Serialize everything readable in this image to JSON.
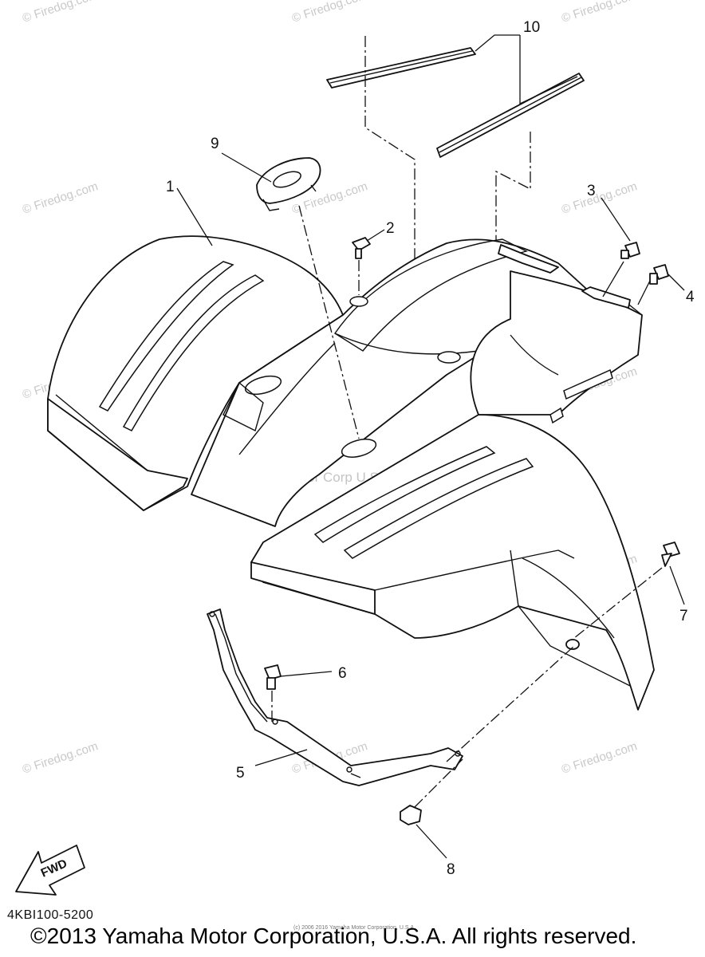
{
  "watermarks": {
    "site": "© Firedog.com",
    "center": "Yamaha Motor Corp U.S.A."
  },
  "callouts": [
    "1",
    "2",
    "3",
    "4",
    "5",
    "6",
    "7",
    "8",
    "9",
    "10"
  ],
  "fwd_label": "FWD",
  "diagram_code": "4KBI100-5200",
  "fine_print": "(c) 2006 2016 Yamaha Motor Corporation, U.S.A.",
  "copyright": "©2013 Yamaha Motor Corporation, U.S.A. All rights reserved."
}
